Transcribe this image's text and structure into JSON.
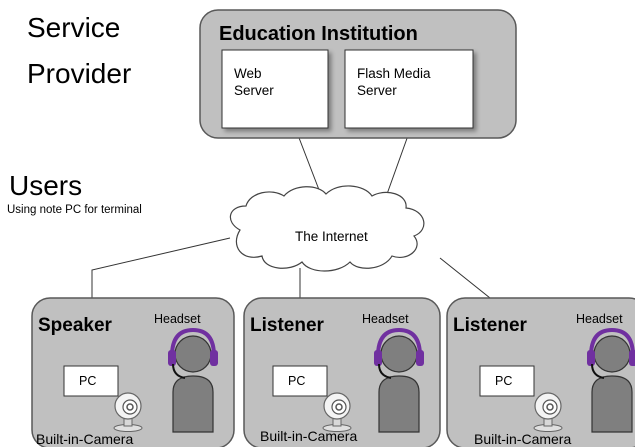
{
  "labels": {
    "service": "Service",
    "provider": "Provider",
    "users": "Users",
    "users_note": "Using note PC for terminal",
    "institution": "Education Institution",
    "web_server_line1": "Web",
    "web_server_line2": "Server",
    "flash_line1": "Flash Media",
    "flash_line2": "Server",
    "internet": "The Internet"
  },
  "users": [
    {
      "role": "Speaker",
      "headset": "Headset",
      "pc": "PC",
      "camera": "Built-in-Camera"
    },
    {
      "role": "Listener",
      "headset": "Headset",
      "pc": "PC",
      "camera": "Built-in-Camera"
    },
    {
      "role": "Listener",
      "headset": "Headset",
      "pc": "PC",
      "camera": "Built-in-Camera"
    }
  ],
  "colors": {
    "panel_fill": "#c0c0c0",
    "panel_stroke": "#595959",
    "headset": "#7030a0",
    "person": "#7f7f7f"
  }
}
